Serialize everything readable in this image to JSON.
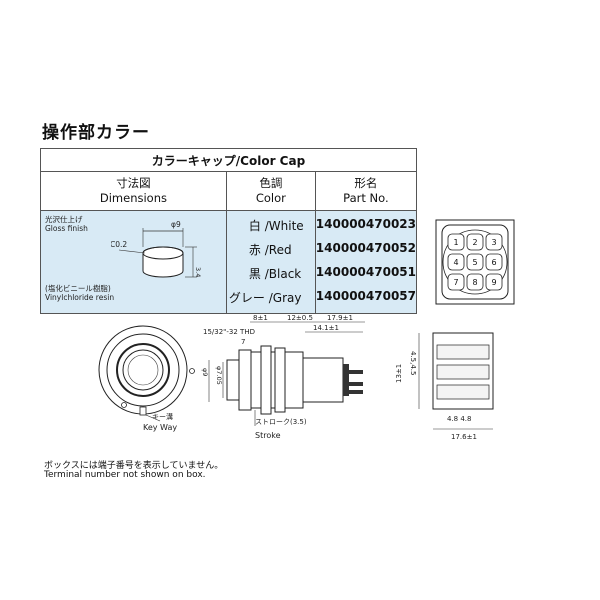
{
  "title": "操作部カラー",
  "table": {
    "header": "カラーキャップ/Color Cap",
    "col_dim_jp": "寸法図",
    "col_dim_en": "Dimensions",
    "col_color_jp": "色調",
    "col_color_en": "Color",
    "col_part_jp": "形名",
    "col_part_en": "Part No.",
    "gloss_jp": "光沢仕上げ",
    "gloss_en": "Gloss finish",
    "resin_jp": "(塩化ビニール樹脂)",
    "resin_en": "Vinylchloride resin",
    "dim_phi": "φ9",
    "dim_c": "C0.2",
    "dim_h": "3.4",
    "rows": [
      {
        "color_jp": "白",
        "color_en": "/White",
        "part": "140000470023"
      },
      {
        "color_jp": "赤",
        "color_en": "/Red",
        "part": "140000470052"
      },
      {
        "color_jp": "黒",
        "color_en": "/Black",
        "part": "140000470051"
      },
      {
        "color_jp": "グレー",
        "color_en": "/Gray",
        "part": "140000470057"
      }
    ]
  },
  "drawing": {
    "thread": "15/32\"-32 THD",
    "d8": "8±1",
    "d12": "12±0.5",
    "d17_9": "17.9±1",
    "d14_1": "14.1±1",
    "d7": "7",
    "d_phi9": "φ9",
    "d_phi7_05": "φ7.05",
    "stroke_jp": "ストローク(3.5)",
    "stroke_en": "Stroke",
    "keyway_jp": "キー溝",
    "keyway_en": "Key Way",
    "d13": "13±1",
    "d4_5": "4.5,4.5",
    "d4_8": "4.8 4.8",
    "d17_6": "17.6±1",
    "terminals": [
      "1",
      "2",
      "3",
      "4",
      "5",
      "6",
      "7",
      "8",
      "9"
    ]
  },
  "notes": {
    "jp": "ボックスには端子番号を表示していません。",
    "en": "Terminal number not shown on box."
  }
}
